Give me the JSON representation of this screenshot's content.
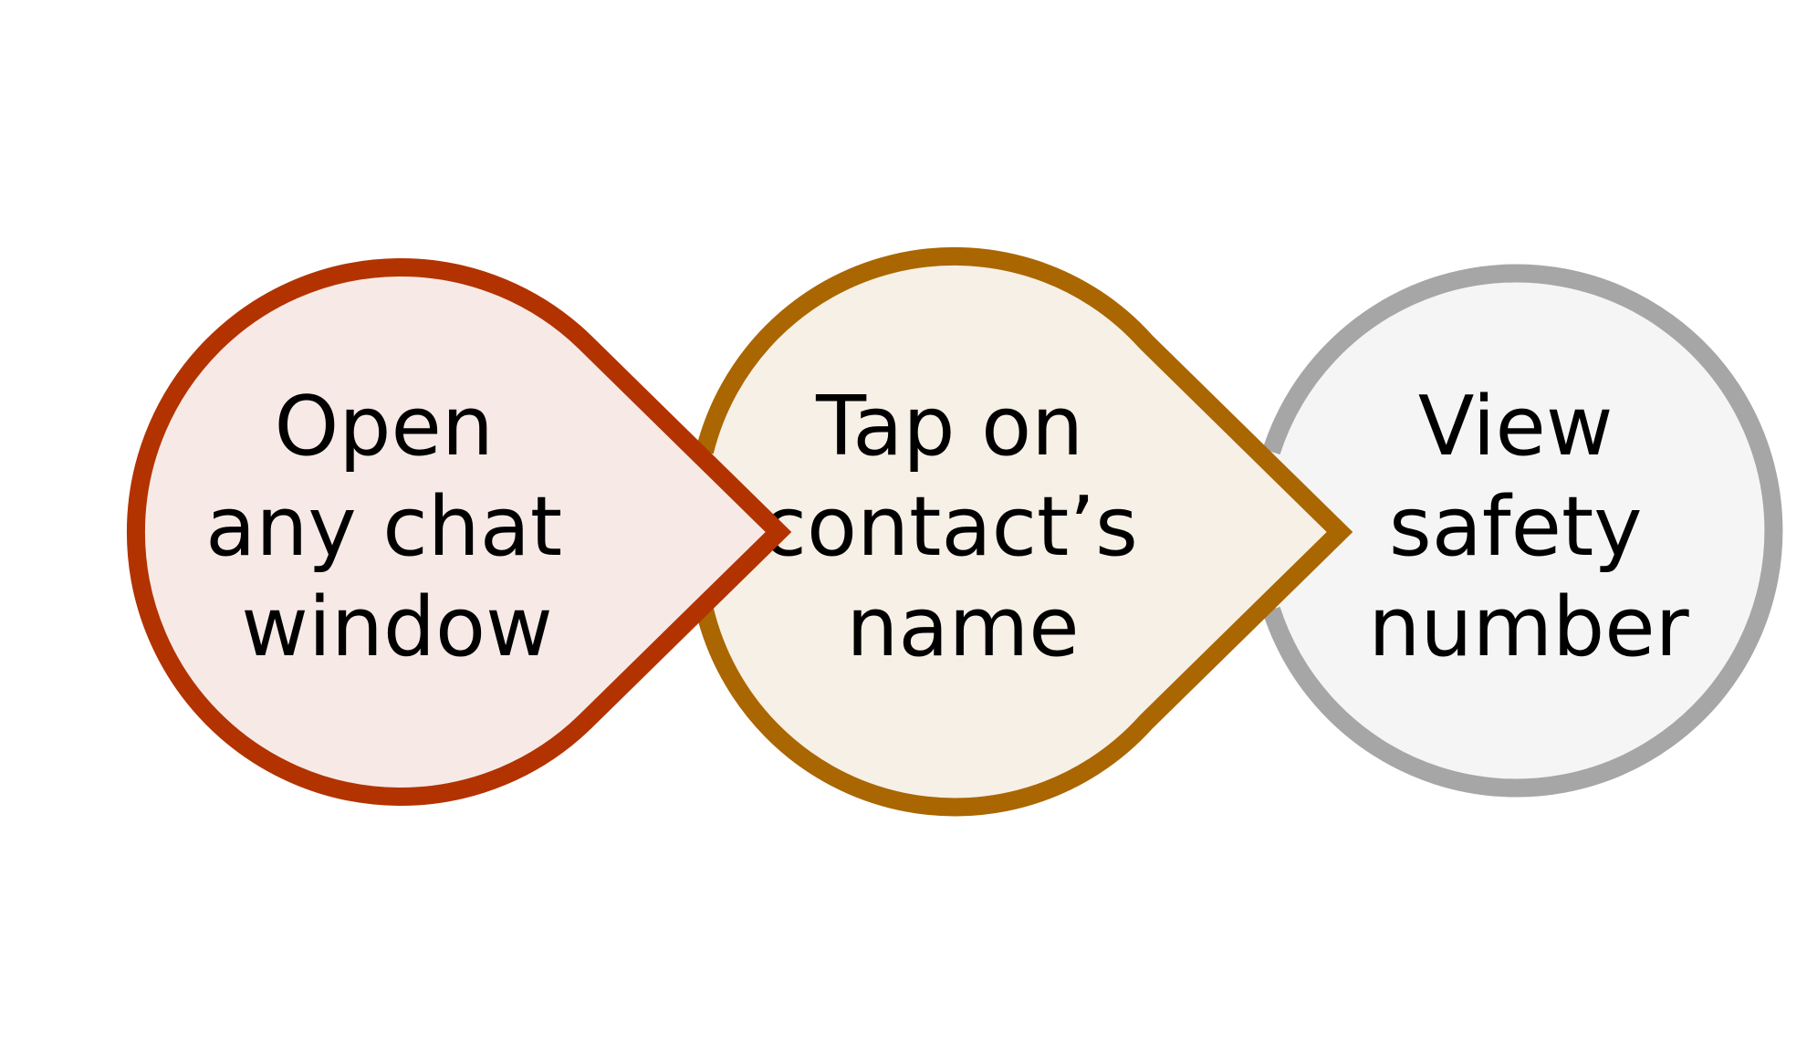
{
  "steps": [
    {
      "lines": [
        "Open",
        "any chat",
        "window"
      ],
      "stroke_color": "#B23300",
      "fill_color": "#F7EAE6"
    },
    {
      "lines": [
        "Tap on",
        "contact’s",
        "name"
      ],
      "stroke_color": "#AA6600",
      "fill_color": "#F7F0E6"
    },
    {
      "lines": [
        "View",
        "safety",
        "number"
      ],
      "stroke_color": "#A6A6A6",
      "fill_color": "#F5F5F5"
    }
  ]
}
